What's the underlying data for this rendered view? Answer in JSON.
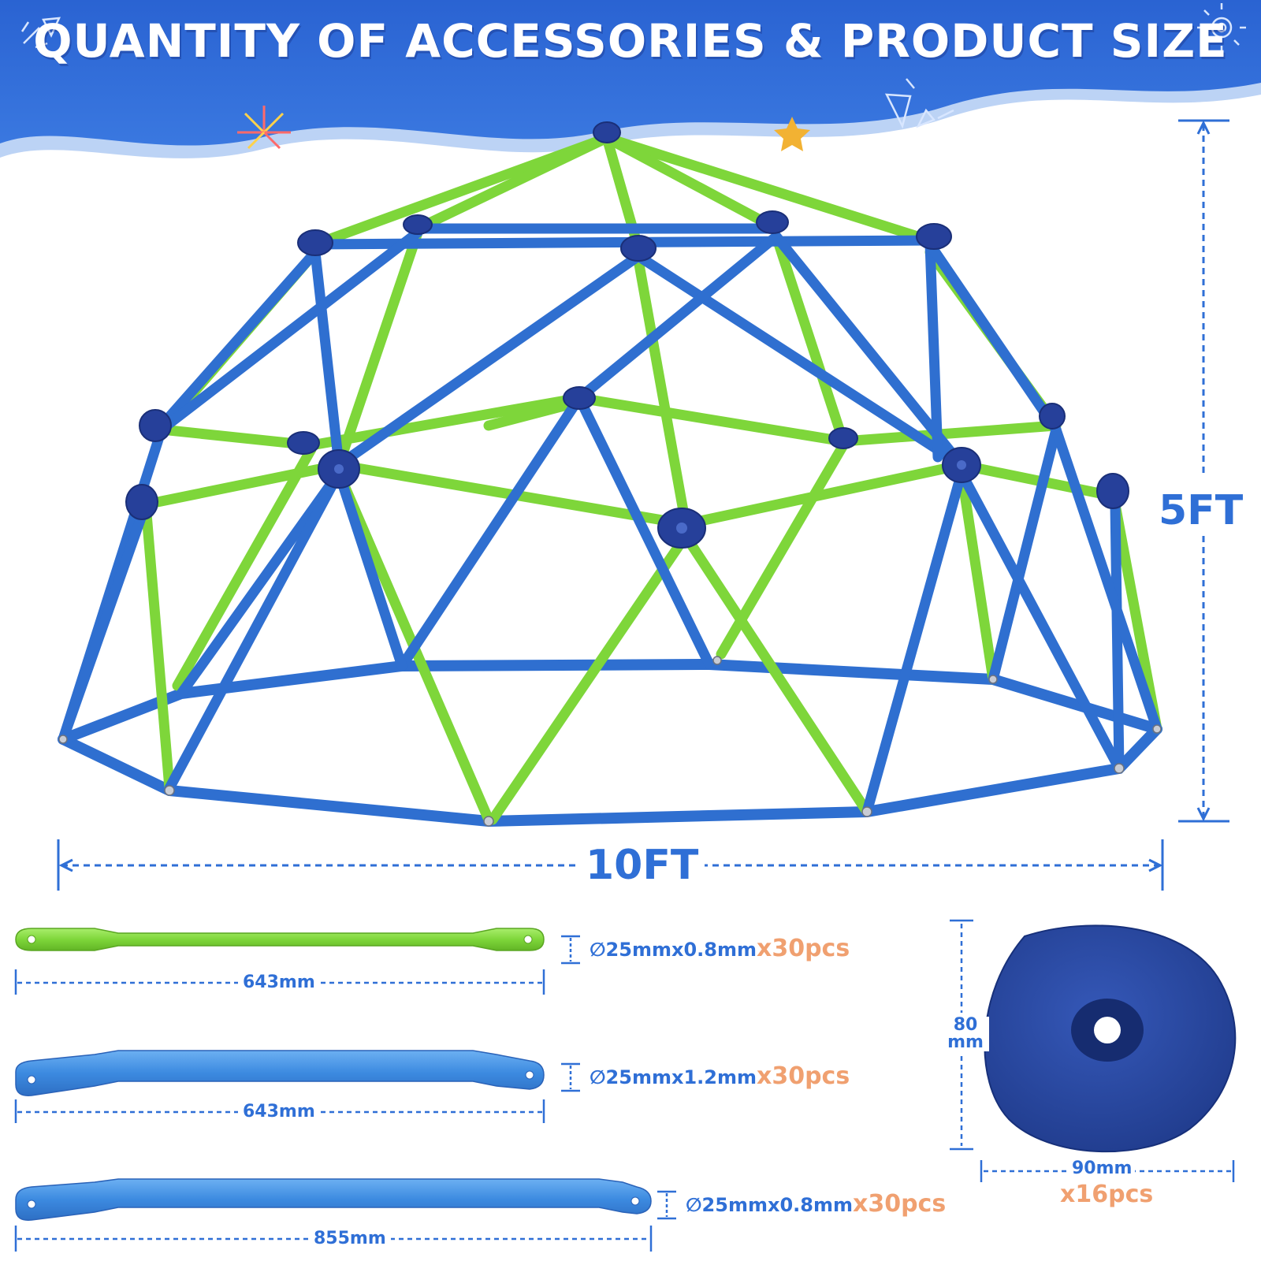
{
  "header": {
    "title": "QUANTITY OF ACCESSORIES & PRODUCT SIZE"
  },
  "product": {
    "height_label": "5FT",
    "width_label": "10FT"
  },
  "accessories": {
    "tubes": [
      {
        "color": "#7ed63a",
        "spec": "∅25mmx0.8mm",
        "quantity": "x30pcs",
        "length": "643mm"
      },
      {
        "color": "#3c8ae0",
        "spec": "∅25mmx1.2mm",
        "quantity": "x30pcs",
        "length": "643mm"
      },
      {
        "color": "#3c8ae0",
        "spec": "∅25mmx0.8mm",
        "quantity": "x30pcs",
        "length": "855mm"
      }
    ],
    "climbing_hold": {
      "height": "80 mm",
      "width": "90mm",
      "quantity": "x16pcs",
      "color": "#21409a"
    }
  },
  "colors": {
    "banner_blue": "#2f6ad6",
    "dimension_blue": "#2f6fd6",
    "quantity_orange": "#f0a070",
    "frame_green": "#7ed63a",
    "frame_blue": "#2f6fd0",
    "hold_navy": "#26409a"
  }
}
